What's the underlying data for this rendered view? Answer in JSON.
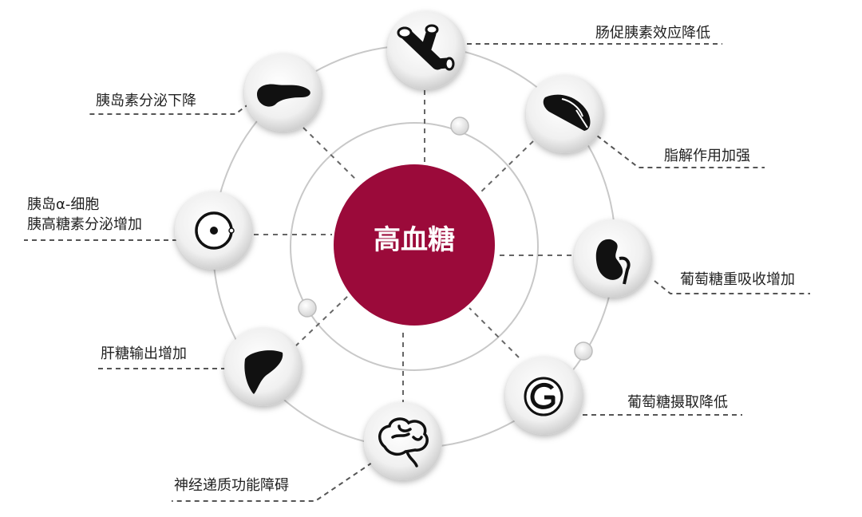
{
  "center": {
    "label": "高血糖",
    "color": "#9b0a3a"
  },
  "nodes": [
    {
      "id": "intestine",
      "icon": "intestine-icon",
      "label": "肠促胰素效应降低"
    },
    {
      "id": "fat",
      "icon": "fat-tissue-icon",
      "label": "脂解作用加强"
    },
    {
      "id": "kidney",
      "icon": "kidney-icon",
      "label": "葡萄糖重吸收增加"
    },
    {
      "id": "muscle",
      "icon": "glucose-g-icon",
      "label": "葡萄糖摄取降低"
    },
    {
      "id": "brain",
      "icon": "brain-icon",
      "label": "神经递质功能障碍"
    },
    {
      "id": "liver",
      "icon": "liver-icon",
      "label": "肝糖输出增加"
    },
    {
      "id": "alpha-cell",
      "icon": "alpha-cell-icon",
      "label_lines": [
        "胰岛α-细胞",
        "胰高糖素分泌增加"
      ]
    },
    {
      "id": "pancreas",
      "icon": "pancreas-icon",
      "label": "胰岛素分泌下降"
    }
  ]
}
